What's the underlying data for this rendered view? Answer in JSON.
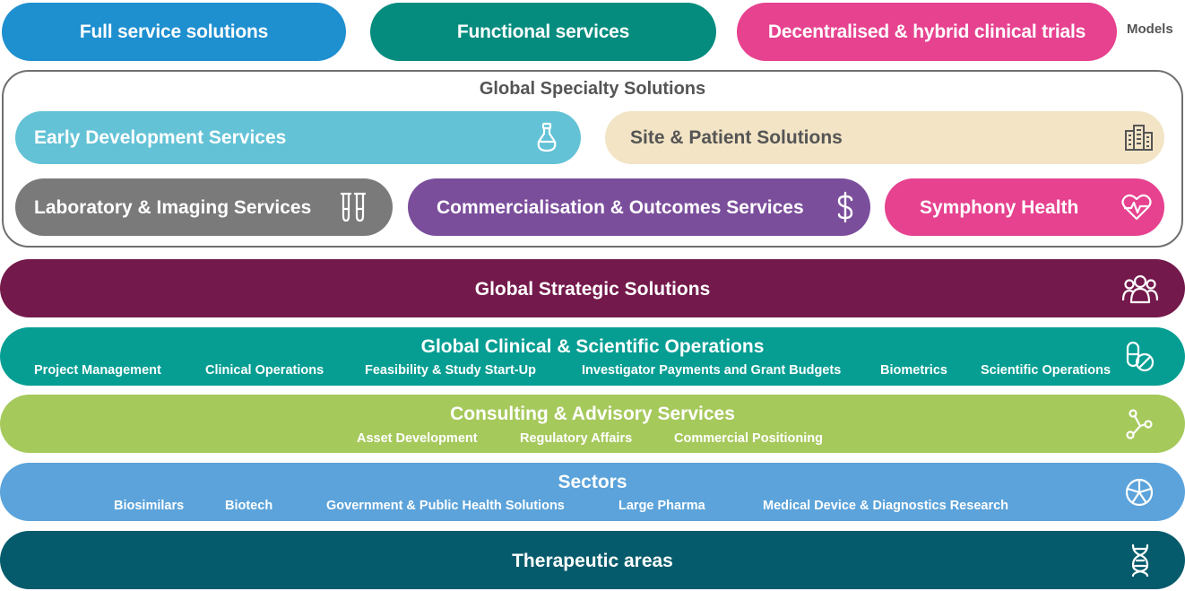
{
  "models": {
    "label": "Models",
    "items": [
      {
        "label": "Full service solutions",
        "color": "#1e8fcf"
      },
      {
        "label": "Functional services",
        "color": "#058c7e"
      },
      {
        "label": "Decentralised & hybrid clinical trials",
        "color": "#e6428f"
      }
    ]
  },
  "global_specialty": {
    "title": "Global Specialty Solutions",
    "items": [
      {
        "label": "Early Development Services",
        "color": "#63c2d6",
        "icon": "flask-icon"
      },
      {
        "label": "Site & Patient Solutions",
        "color": "#f2e4c5",
        "icon": "buildings-icon"
      },
      {
        "label": "Laboratory & Imaging Services",
        "color": "#7a7a7a",
        "icon": "test-tubes-icon"
      },
      {
        "label": "Commercialisation & Outcomes Services",
        "color": "#7b4e9c",
        "icon": "dollar-icon"
      },
      {
        "label": "Symphony Health",
        "color": "#e6428f",
        "icon": "heart-pulse-icon"
      }
    ]
  },
  "global_strategic": {
    "title": "Global Strategic Solutions",
    "color": "#74194b",
    "icon": "people-icon"
  },
  "clinical_ops": {
    "title": "Global Clinical & Scientific Operations",
    "color": "#069e93",
    "icon": "pill-icon",
    "items": [
      "Project Management",
      "Clinical Operations",
      "Feasibility & Study Start-Up",
      "Investigator Payments and Grant Budgets",
      "Biometrics",
      "Scientific Operations"
    ]
  },
  "consulting": {
    "title": "Consulting & Advisory Services",
    "color": "#a6c95c",
    "icon": "network-icon",
    "items": [
      "Asset Development",
      "Regulatory Affairs",
      "Commercial Positioning"
    ]
  },
  "sectors": {
    "title": "Sectors",
    "color": "#5ba3da",
    "icon": "wheel-icon",
    "items": [
      "Biosimilars",
      "Biotech",
      "Government & Public Health Solutions",
      "Large Pharma",
      "Medical Device & Diagnostics Research"
    ]
  },
  "therapeutic": {
    "title": "Therapeutic areas",
    "color": "#055b6b",
    "icon": "dna-icon"
  }
}
